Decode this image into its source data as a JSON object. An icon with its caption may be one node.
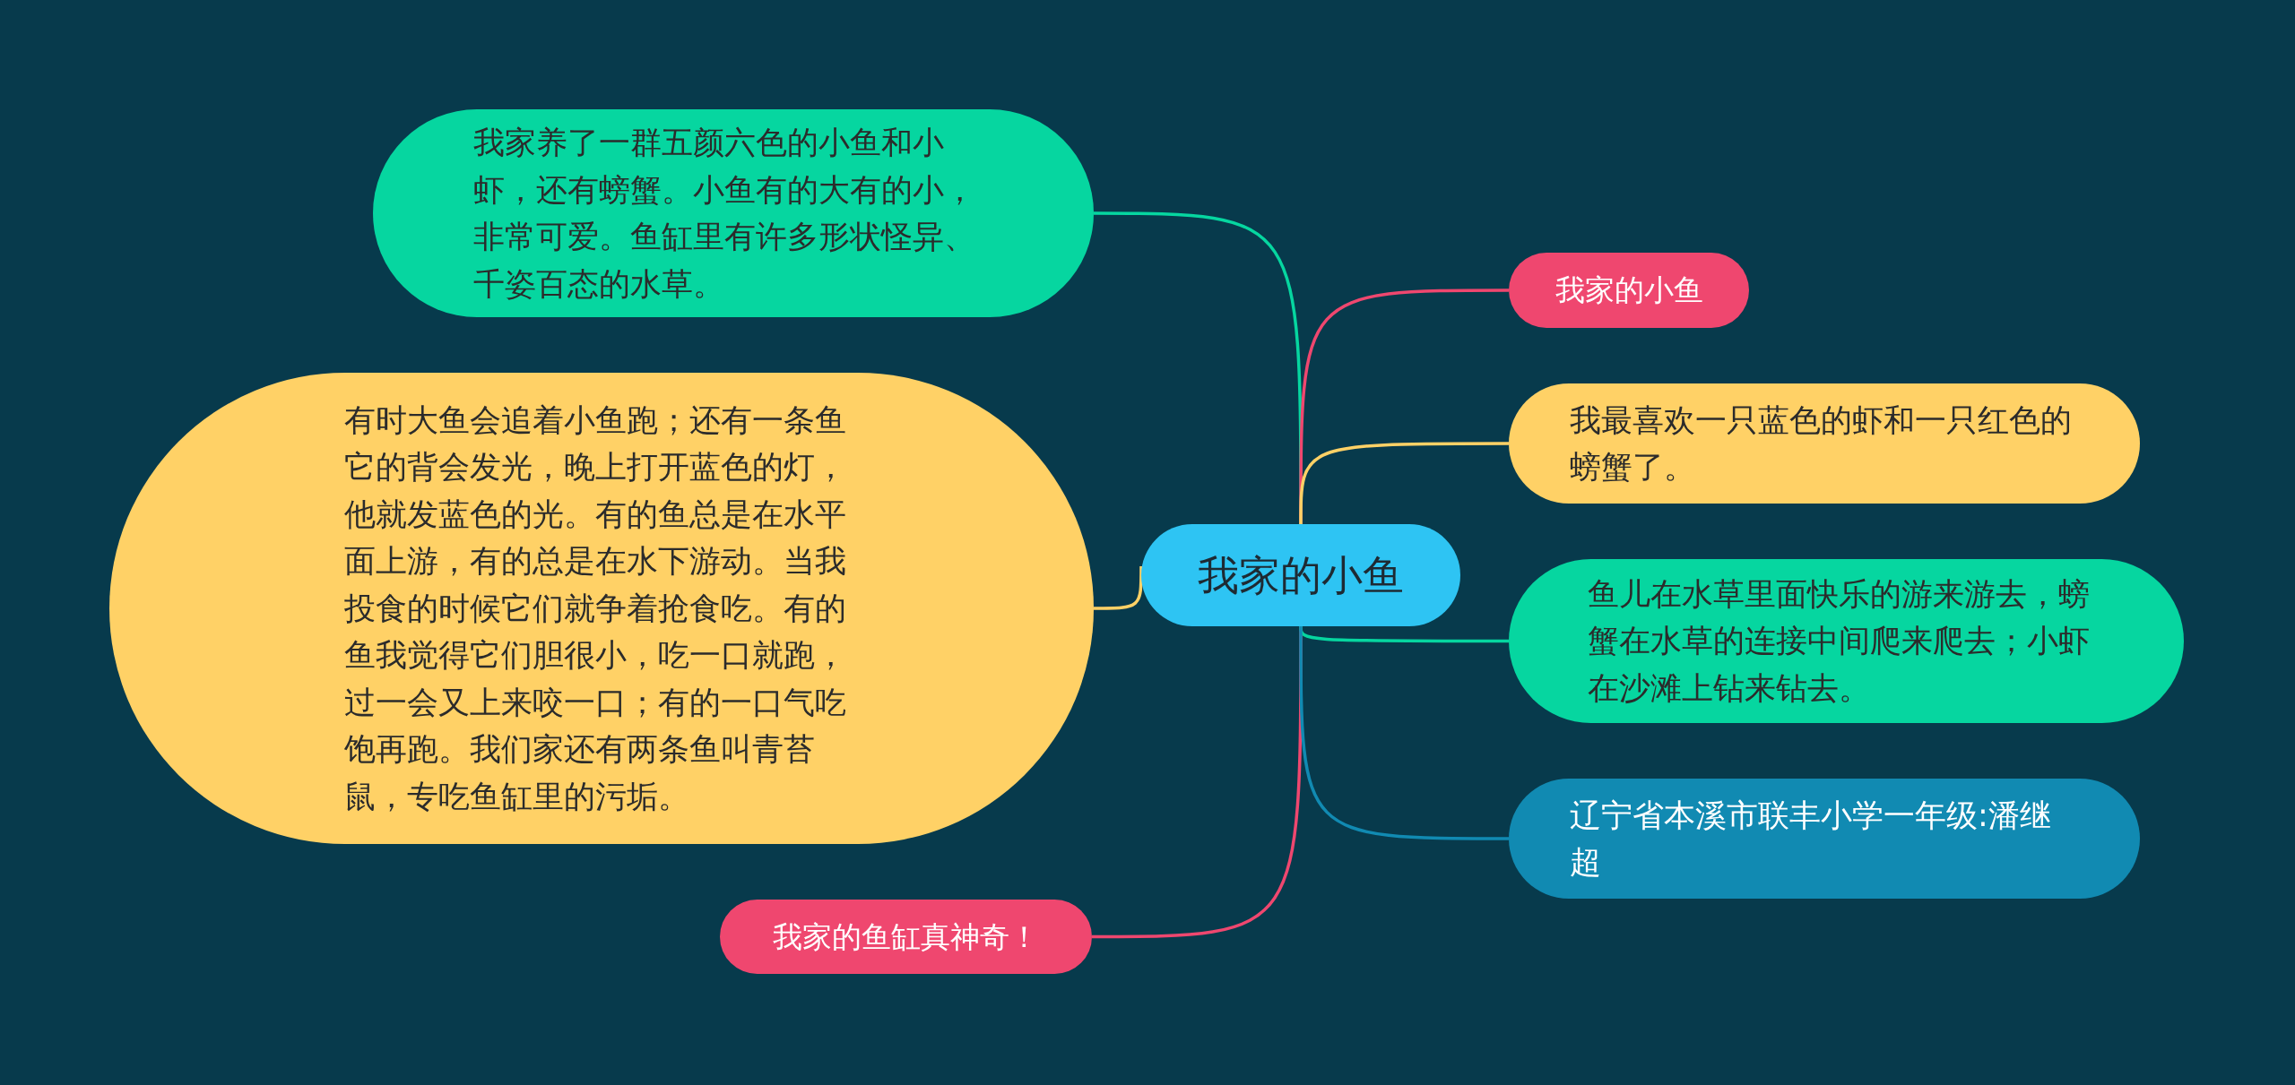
{
  "diagram": {
    "nodes": [
      {
        "text": [
          "我家的小鱼"
        ]
      },
      {
        "text": [
          "我家养了一群五颜六色的小鱼和小虾，还有螃蟹。小鱼有的大有的小，非常可爱。鱼缸里有许多形状怪异、千姿百态的水草。"
        ]
      },
      {
        "text": [
          "有时大鱼会追着小鱼跑；还有一条鱼它的背会发光，晚上打开蓝色的灯，他就发蓝色的光。有的鱼总是在水平面上游，有的总是在水下游动。当我投食的时候它们就争着抢食吃。有的鱼我觉得它们胆很小，吃一口就跑，过一会又上来咬一口；有的一口气吃饱再跑。我们家还有两条鱼叫青苔鼠，专吃鱼缸里的污垢。"
        ]
      },
      {
        "text": [
          "我家的鱼缸真神奇！"
        ]
      },
      {
        "text": [
          "我家的小鱼"
        ]
      },
      {
        "text": [
          "我最喜欢一只蓝色的虾和一只红色的螃蟹了。"
        ]
      },
      {
        "text": [
          "鱼儿在水草里面快乐的游来游去，螃蟹在水草的连接中间爬来爬去；小虾在沙滩上钻来钻去。"
        ]
      },
      {
        "text": [
          "辽宁省本溪市联丰小学一年级:潘继超"
        ]
      }
    ],
    "edges": [
      {
        "from": 0,
        "to": 1,
        "arrow": "none",
        "color": "#06d6a0"
      },
      {
        "from": 0,
        "to": 2,
        "arrow": "none",
        "color": "#ffd166"
      },
      {
        "from": 0,
        "to": 3,
        "arrow": "none",
        "color": "#ef476f"
      },
      {
        "from": 0,
        "to": 4,
        "arrow": "none",
        "color": "#ef476f"
      },
      {
        "from": 0,
        "to": 5,
        "arrow": "none",
        "color": "#ffd166"
      },
      {
        "from": 0,
        "to": 6,
        "arrow": "none",
        "color": "#06d6a0"
      },
      {
        "from": 0,
        "to": 7,
        "arrow": "none",
        "color": "#118ab2"
      }
    ]
  }
}
